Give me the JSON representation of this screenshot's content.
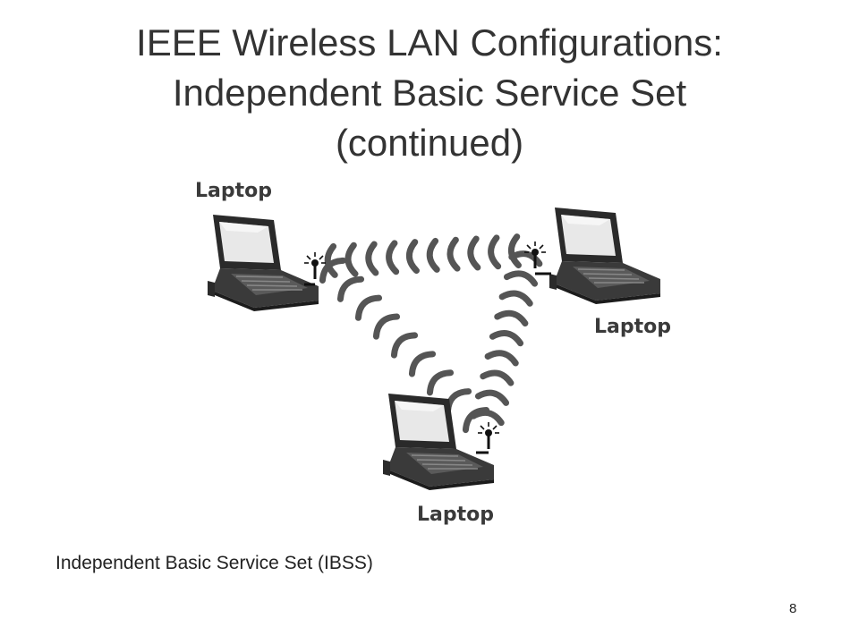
{
  "slide": {
    "title_lines": [
      "IEEE Wireless LAN Configurations:",
      "Independent Basic Service Set",
      "(continued)"
    ],
    "caption": "Independent Basic Service Set (IBSS)",
    "page_number": "8"
  },
  "diagram": {
    "nodes": [
      {
        "id": "top-left",
        "label": "Laptop",
        "icon": "laptop-icon"
      },
      {
        "id": "top-right",
        "label": "Laptop",
        "icon": "laptop-icon"
      },
      {
        "id": "bottom",
        "label": "Laptop",
        "icon": "laptop-icon"
      }
    ],
    "links": [
      {
        "from": "top-left",
        "to": "top-right",
        "type": "wireless-waves"
      },
      {
        "from": "top-left",
        "to": "bottom",
        "type": "wireless-waves"
      },
      {
        "from": "top-right",
        "to": "bottom",
        "type": "wireless-waves"
      }
    ]
  }
}
